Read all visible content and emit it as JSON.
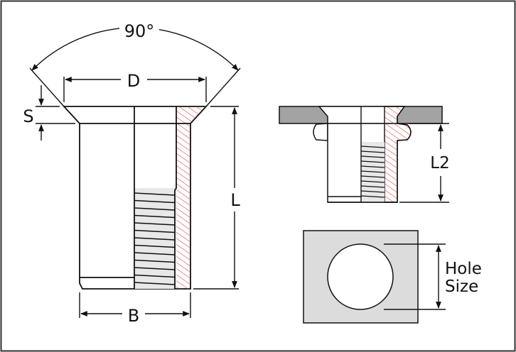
{
  "labels": {
    "angle": "90°",
    "head_diameter": "D",
    "head_thickness": "S",
    "length": "L",
    "body_diameter": "B",
    "grip_length": "L2",
    "hole_size_line1": "Hole",
    "hole_size_line2": "Size"
  },
  "colors": {
    "outline": "#111111",
    "hatch": "#d9382e",
    "plate": "#a3a3a3",
    "hole_panel": "#dcdcdc",
    "thread": "#e8e8e8"
  }
}
